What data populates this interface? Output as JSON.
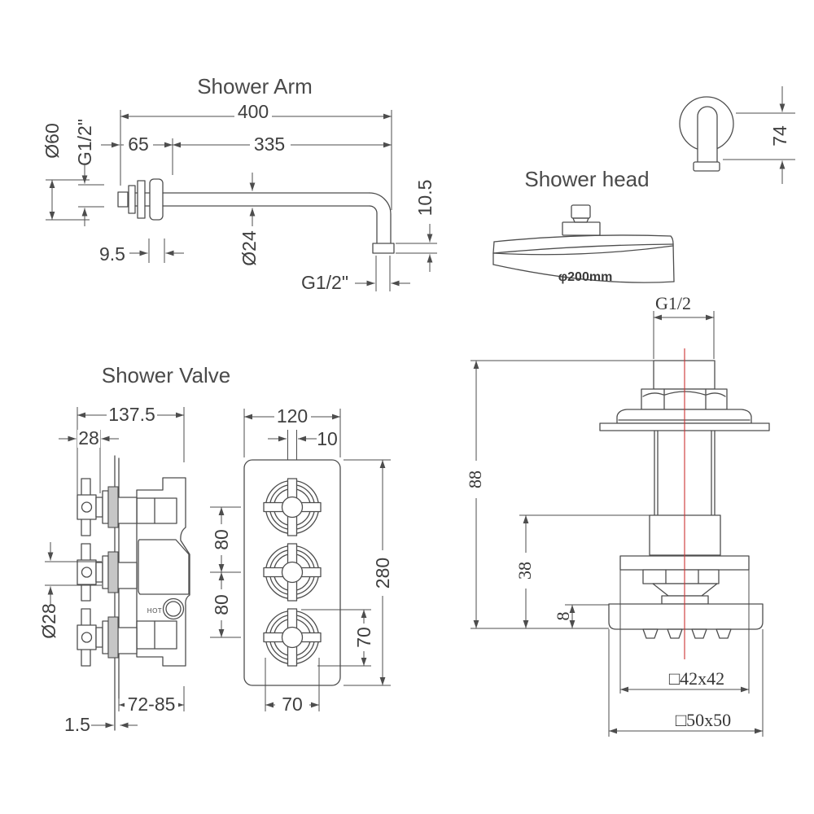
{
  "titles": {
    "arm": "Shower Arm",
    "head": "Shower head",
    "valve": "Shower Valve"
  },
  "arm": {
    "len_total": "400",
    "len_wall": "65",
    "len_reach": "335",
    "flange_dia": "Ø60",
    "thread_in": "G1/2\"",
    "flange_thk": "9.5",
    "pipe_dia": "Ø24",
    "outlet_len": "10.5",
    "thread_out": "G1/2\""
  },
  "wall_elbow": {
    "height": "74"
  },
  "head": {
    "dia": "φ200mm"
  },
  "valve_side": {
    "depth": "137.5",
    "front_depth": "28",
    "handle_dia": "Ø28",
    "recess": "72-85",
    "wall_thk": "1.5",
    "hot": "HOT"
  },
  "valve_front": {
    "width": "120",
    "stem_w": "10",
    "pitch1": "80",
    "pitch2": "80",
    "height": "280",
    "cross_h": "70",
    "cross_w": "70"
  },
  "section": {
    "thread": "G1/2",
    "h_total": "88",
    "h_body": "38",
    "plate_thk": "8",
    "body_sq": "□42x42",
    "plate_sq": "□50x50"
  },
  "colors": {
    "line": "#4d4d4d",
    "centerline": "#cc3333",
    "background": "#ffffff"
  }
}
